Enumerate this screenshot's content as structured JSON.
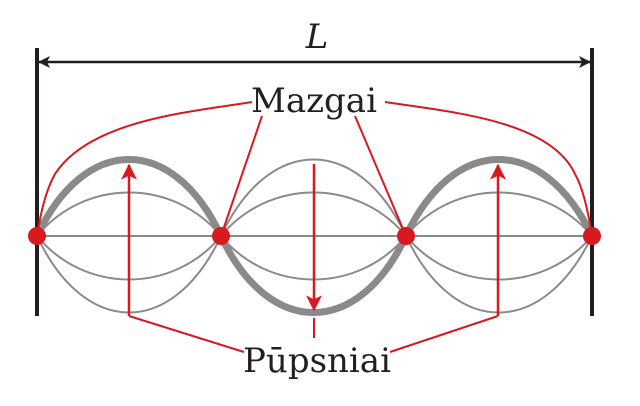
{
  "diagram": {
    "length_label": "L",
    "nodes_label": "Mazgai",
    "antinodes_label": "Pūpsniai",
    "colors": {
      "wall": "#231f20",
      "envelope": "#8a8a8a",
      "highlight": "#8a8a8a",
      "accent": "#d71920",
      "background": "#ffffff"
    }
  }
}
